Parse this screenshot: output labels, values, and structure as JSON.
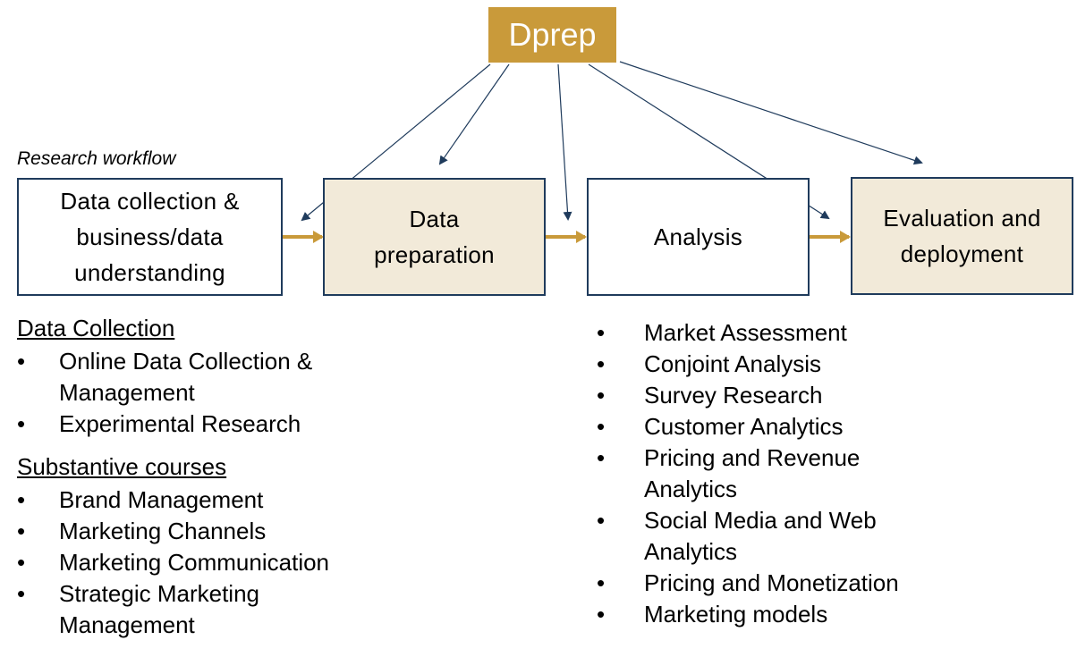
{
  "dprep": {
    "label": "Dprep"
  },
  "workflow_label": "Research workflow",
  "steps": [
    {
      "label": "Data collection &\nbusiness/data\nunderstanding"
    },
    {
      "label": "Data\npreparation"
    },
    {
      "label": "Analysis"
    },
    {
      "label": "Evaluation and\ndeployment"
    }
  ],
  "left_column": {
    "sections": [
      {
        "title": "Data Collection",
        "items": [
          "Online Data Collection &\nManagement",
          "Experimental Research"
        ]
      },
      {
        "title": "Substantive courses",
        "items": [
          "Brand Management",
          "Marketing Channels",
          "Marketing Communication",
          "Strategic Marketing\nManagement"
        ]
      }
    ]
  },
  "right_column": {
    "items": [
      "Market Assessment",
      "Conjoint Analysis",
      "Survey Research",
      "Customer Analytics",
      "Pricing and Revenue\nAnalytics",
      "Social Media and Web\nAnalytics",
      "Pricing and Monetization",
      "Marketing models"
    ]
  },
  "colors": {
    "gold": "#c99a3a",
    "tan": "#f2ead9",
    "navy": "#1f3b5c"
  }
}
